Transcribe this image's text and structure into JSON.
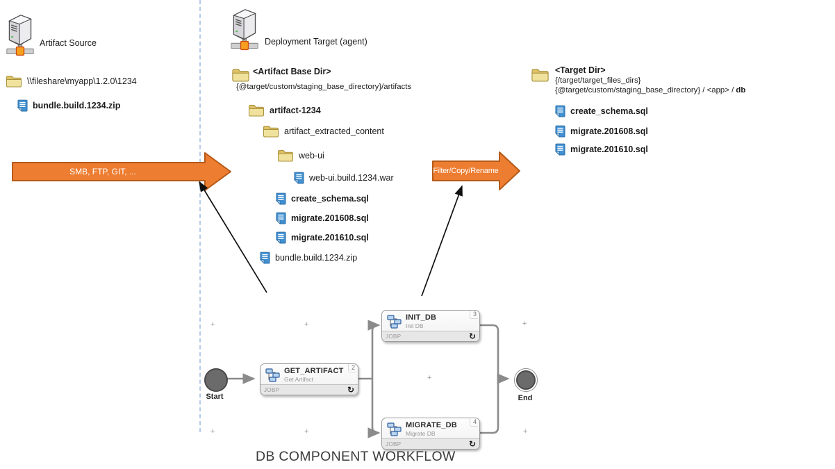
{
  "artifact_source": {
    "label": "Artifact Source",
    "folder": "\\\\fileshare\\myapp\\1.2.0\\1234",
    "file": "bundle.build.1234.zip"
  },
  "deployment_target": {
    "label": "Deployment Target (agent)",
    "base_dir": {
      "title": "<Artifact Base Dir>",
      "path": "{@target/custom/staging_base_directory}/artifacts"
    },
    "tree": [
      {
        "type": "folder",
        "label": "artifact-1234"
      },
      {
        "type": "folder",
        "label": "artifact_extracted_content"
      },
      {
        "type": "folder",
        "label": "web-ui"
      },
      {
        "type": "file",
        "label": "web-ui.build.1234.war"
      },
      {
        "type": "file",
        "label": "create_schema.sql"
      },
      {
        "type": "file",
        "label": "migrate.201608.sql"
      },
      {
        "type": "file",
        "label": "migrate.201610.sql"
      },
      {
        "type": "file",
        "label": "bundle.build.1234.zip"
      }
    ]
  },
  "target_dir": {
    "title": "<Target Dir>",
    "path_line1": "{/target/target_files_dirs}",
    "path_line2_prefix": "{@target/custom/staging_base_directory} / <app> / ",
    "path_line2_bold": "db",
    "files": [
      {
        "label": "create_schema.sql"
      },
      {
        "label": "migrate.201608.sql"
      },
      {
        "label": "migrate.201610.sql"
      }
    ]
  },
  "arrows": {
    "transfer_label": "SMB, FTP, GIT, ...",
    "filter_label": "Filter/Copy/Rename"
  },
  "workflow": {
    "title": "DB COMPONENT WORKFLOW",
    "start_label": "Start",
    "end_label": "End",
    "grid_marker": "+",
    "rerun_glyph": "↻",
    "nodes": [
      {
        "name": "GET_ARTIFACT",
        "subtitle": "Get Artifact",
        "number": "2",
        "type": "JOBP"
      },
      {
        "name": "INIT_DB",
        "subtitle": "Init DB",
        "number": "3",
        "type": "JOBP"
      },
      {
        "name": "MIGRATE_DB",
        "subtitle": "Migrate DB",
        "number": "4",
        "type": "JOBP"
      }
    ]
  },
  "colors": {
    "accent_orange": "#ED7D31",
    "orange_border": "#B55A18",
    "folder_yellow": "#F0E29C",
    "file_blue": "#4190D2",
    "connector_gray": "#8B8B8B",
    "dashed_line_blue": "#B3CCE6",
    "node_border": "#9C9C9C",
    "terminal_gray": "#6B6B6B"
  }
}
